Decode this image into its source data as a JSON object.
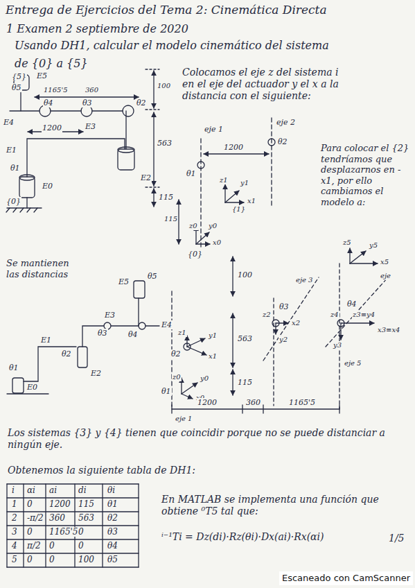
{
  "diagram": {
    "title": "Entrega de Ejercicios del Tema 2: Cinemática Directa",
    "labels": [
      "1 Examen 2 septiembre de 2020",
      "Usando DH1, calcular el modelo cinemático del sistema",
      "de {0} a {5}",
      "{5}",
      "E5",
      "θ5",
      "1165'5",
      "360",
      "100",
      "E4",
      "θ4",
      "θ3",
      "θ2",
      "1200",
      "E3",
      "563",
      "E2",
      "E1",
      "θ1",
      "115",
      "E0",
      "{0}",
      "Colocamos el eje z del sistema i en el eje del actuador y el x a la distancia con el siguiente:",
      "eje 2",
      "θ2",
      "eje 1",
      "θ1",
      "1200",
      "z1",
      "y1",
      "x1",
      "{1}",
      "115",
      "z0",
      "y0",
      "x0",
      "{0}",
      "Para colocar el {2} tendríamos que desplazarnos en -x1, por ello cambiamos el modelo a:",
      "Se mantienen las distancias",
      "E5",
      "θ5",
      "E3",
      "θ3",
      "θ4",
      "E4",
      "E1",
      "θ2",
      "E2",
      "θ1",
      "E0",
      "z5",
      "y5",
      "x5",
      "eje 3",
      "eje",
      "100",
      "θ3",
      "z2",
      "x2",
      "y2",
      "θ4",
      "z4",
      "z3≡y4",
      "x3≡x4",
      "y3",
      "eje 5",
      "θ2",
      "z1",
      "y1",
      "x1",
      "563",
      "z0",
      "θ1",
      "y0",
      "x0",
      "115",
      "1200",
      "360",
      "1165'5",
      "eje 1",
      "Los sistemas {3} y {4} tienen que coincidir porque no se puede distanciar a ningún eje.",
      "Obtenemos la siguiente tabla de DH1:",
      "i",
      "αi",
      "ai",
      "di",
      "θi",
      "1",
      "0",
      "1200",
      "115",
      "θ1",
      "2",
      "-π/2",
      "360",
      "563",
      "θ2",
      "3",
      "0",
      "1165'5",
      "0",
      "θ3",
      "4",
      "π/2",
      "0",
      "0",
      "θ4",
      "5",
      "0",
      "0",
      "100",
      "θ5",
      "En MATLAB se implementa una función que obtiene ⁰T5 tal que:",
      "ⁱ⁻¹Ti = Dz(di)·Rz(θi)·Dx(ai)·Rx(αi)",
      "1/5",
      "Escaneado con CamScanner"
    ]
  }
}
